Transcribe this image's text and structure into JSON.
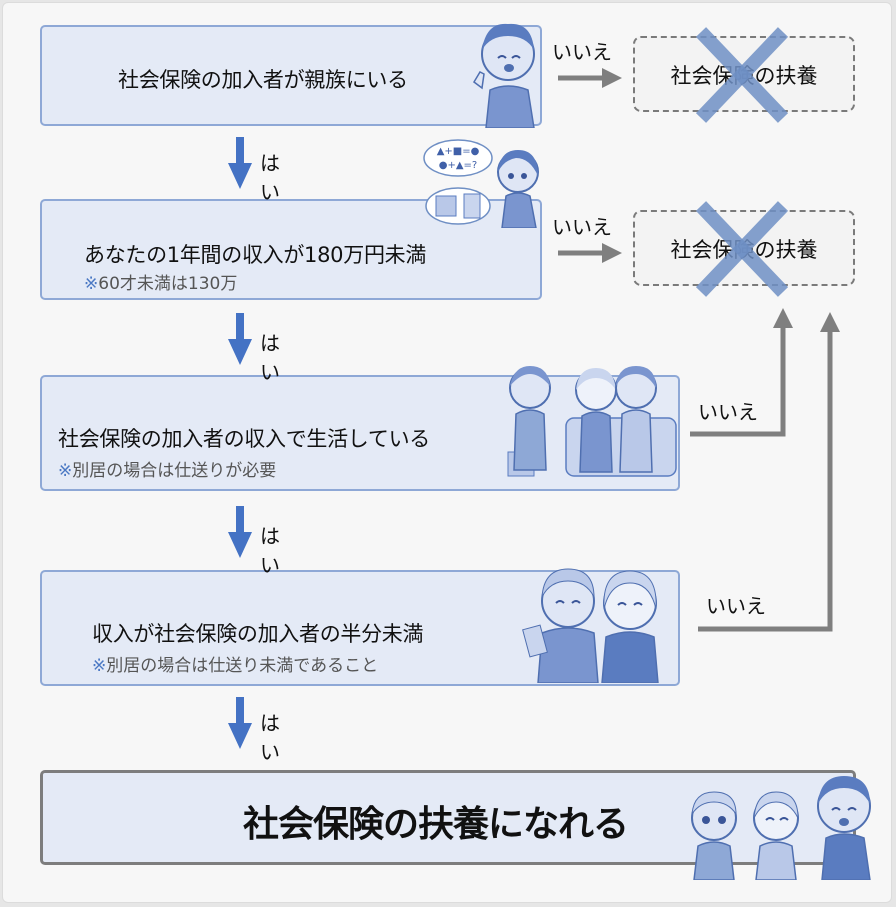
{
  "steps": [
    {
      "text": "社会保険の加入者が親族にいる",
      "note": ""
    },
    {
      "text": "あなたの1年間の収入が180万円未満",
      "note_mark": "※",
      "note": "60才未満は130万"
    },
    {
      "text": "社会保険の加入者の収入で生活している",
      "note_mark": "※",
      "note": "別居の場合は仕送りが必要"
    },
    {
      "text": "収入が社会保険の加入者の半分未満",
      "note_mark": "※",
      "note": "別居の場合は仕送り未満であること"
    }
  ],
  "yes_label": "はい",
  "no_label": "いいえ",
  "rejected": [
    {
      "text": "社会保険の扶養"
    },
    {
      "text": "社会保険の扶養"
    }
  ],
  "result": {
    "text": "社会保険の扶養になれる"
  },
  "thought_bubble": {
    "line1": "▲+■=●",
    "line2": "●+▲=?"
  },
  "colors": {
    "box_fill": "#e4eaf6",
    "box_border": "#8ea8d6",
    "yes_arrow": "#4472c4",
    "no_arrow": "#7f7f7f",
    "cross": "#6f8fc4"
  }
}
